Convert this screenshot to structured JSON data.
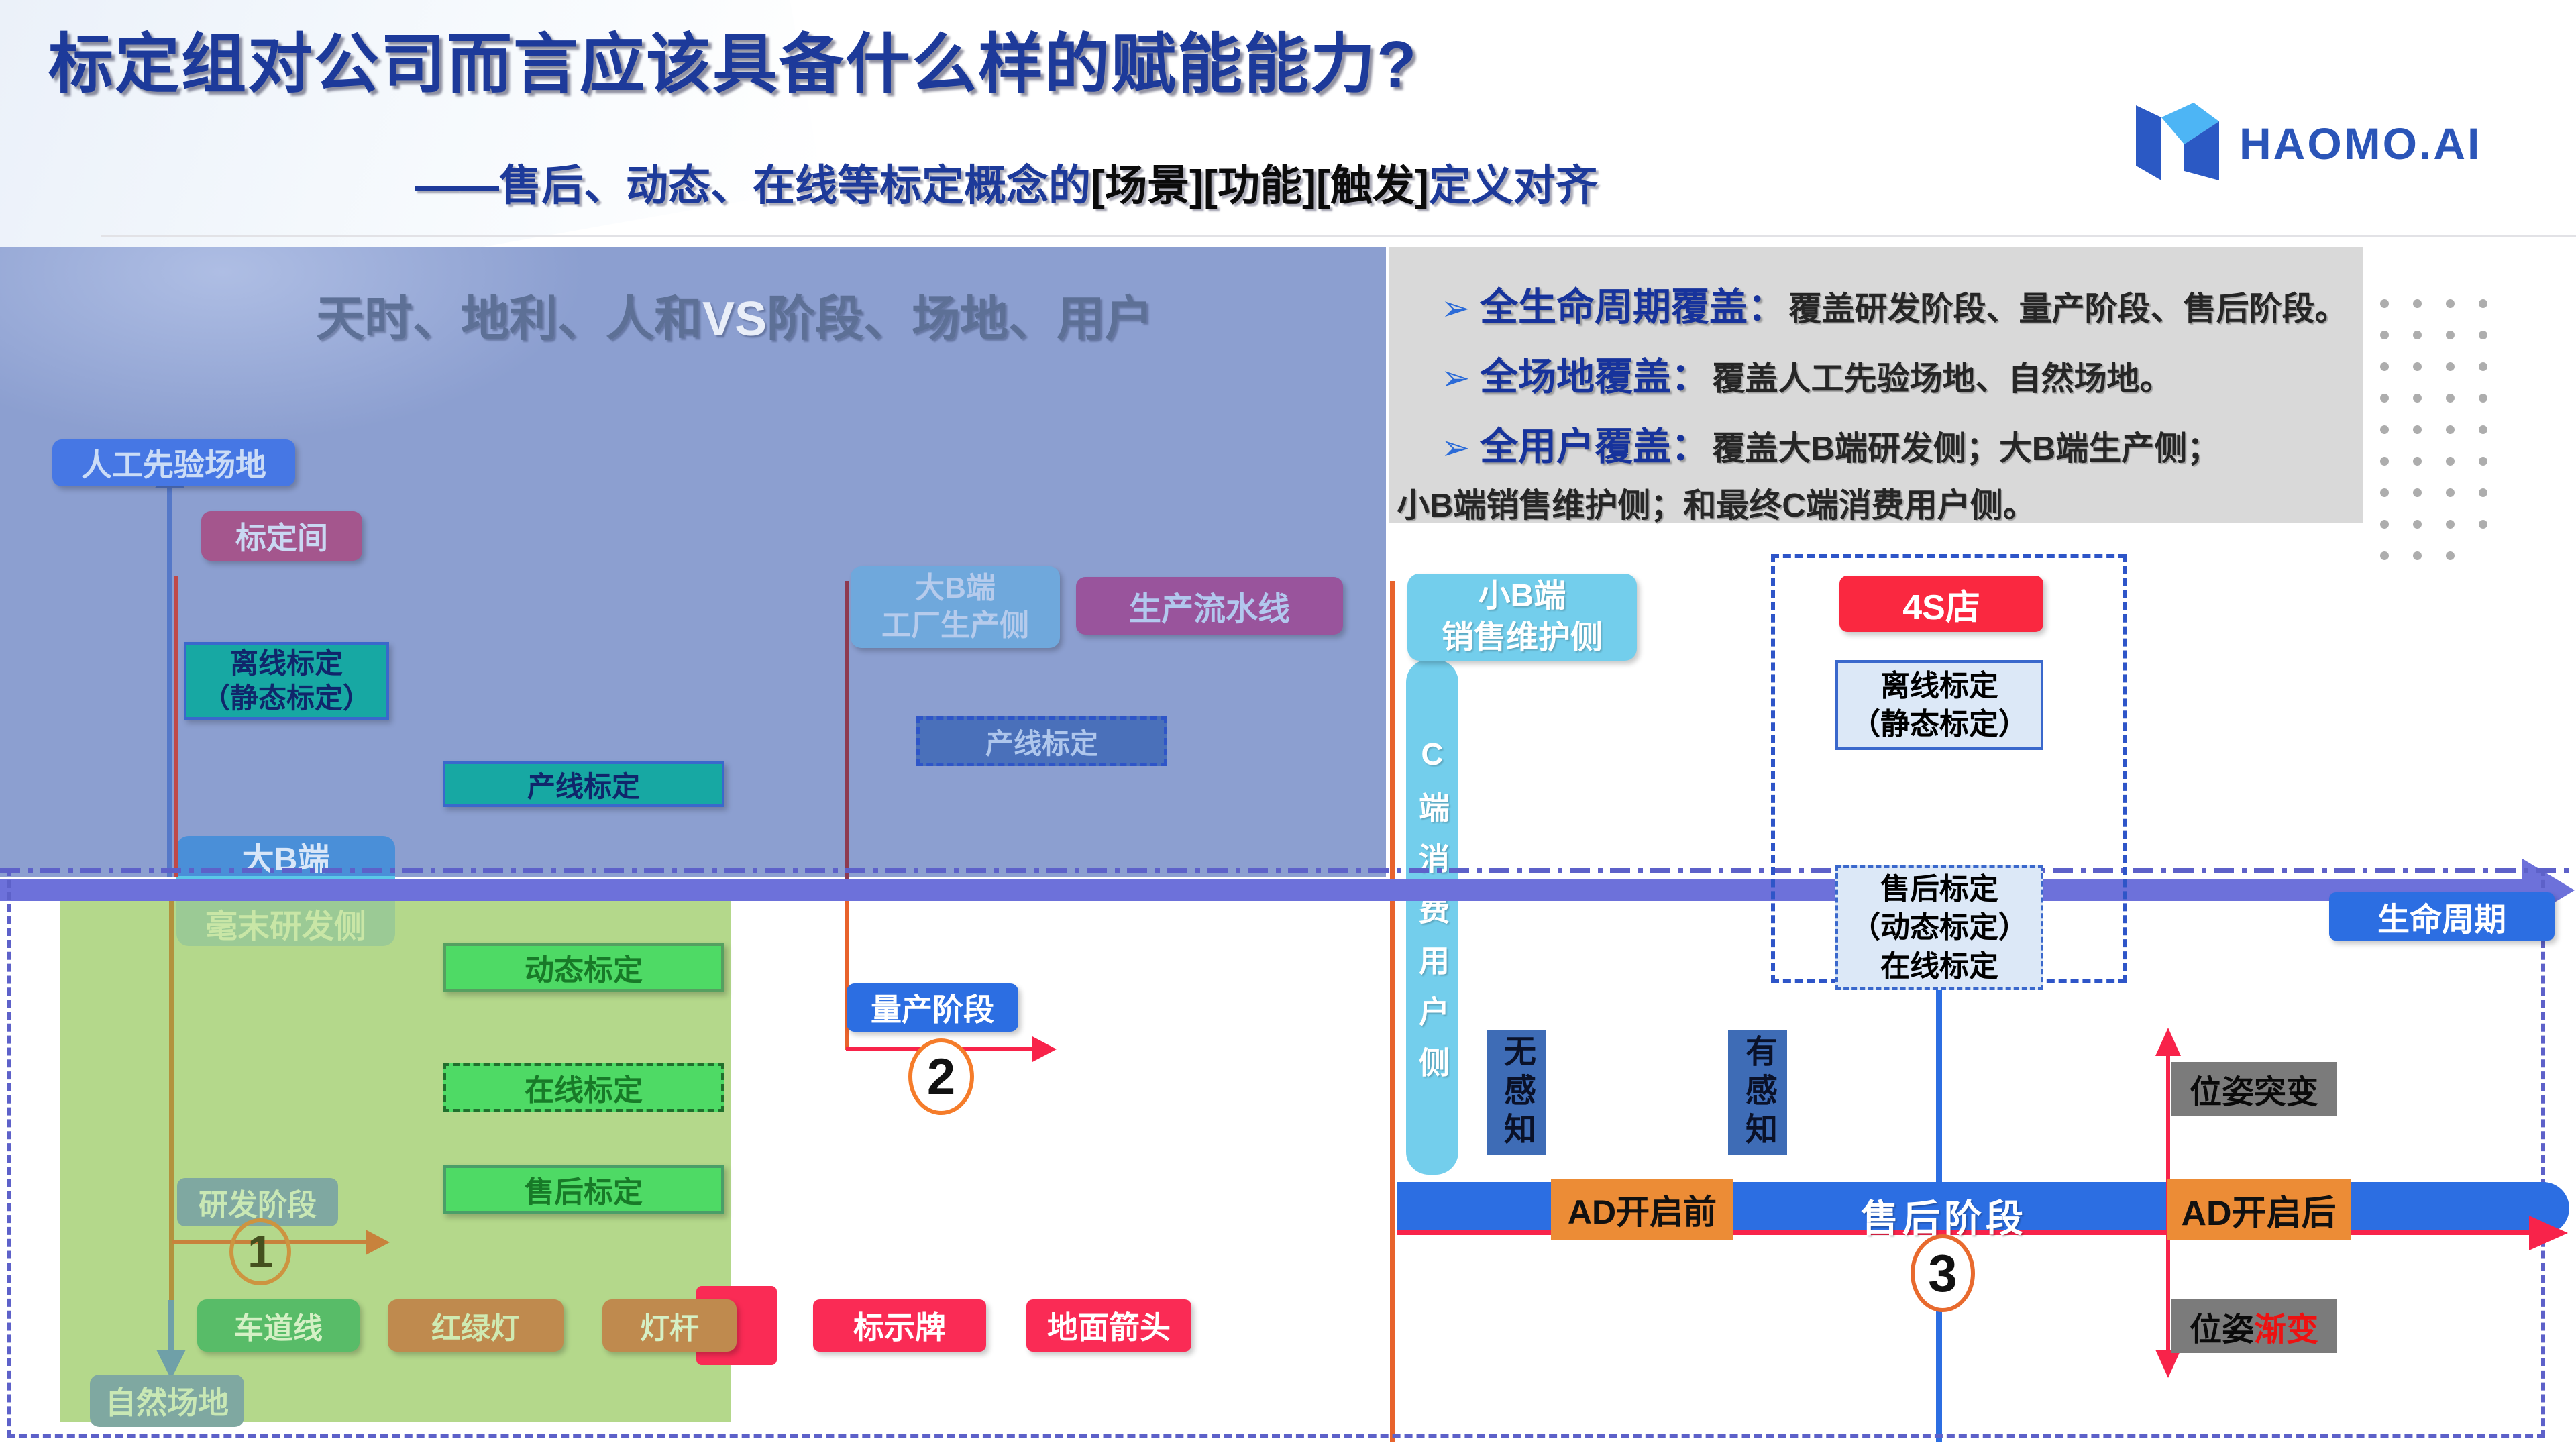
{
  "header": {
    "title": "标定组对公司而言应该具备什么样的赋能能力?",
    "subtitle_prefix": "——售后、动态、在线等标定概念的",
    "subtitle_brackets": "[场景][功能][触发]",
    "subtitle_suffix": "定义对齐",
    "logo_text": "HAOMO.AI"
  },
  "left_panel": {
    "heading_left": "天时、地利、人和",
    "heading_vs": "VS",
    "heading_right": "阶段、场地、用户",
    "artificial_prior_field": "人工先验场地",
    "calibration_room": "标定间",
    "offline_calibration_line1": "离线标定",
    "offline_calibration_line2": "（静态标定）",
    "production_line_calibration": "产线标定",
    "big_b_factory_line1": "大B端",
    "big_b_factory_line2": "工厂生产侧",
    "production_assembly_line": "生产流水线",
    "production_line_calibration_dashed": "产线标定",
    "big_b_rd_line1": "大B端",
    "big_b_rd_line2": "毫末研发侧"
  },
  "green_panel": {
    "dynamic_calibration": "动态标定",
    "online_calibration": "在线标定",
    "aftersales_calibration": "售后标定",
    "rd_stage": "研发阶段",
    "num1": "1",
    "lane_line": "车道线",
    "traffic_light": "红绿灯",
    "light_pole": "灯杆",
    "sign_board": "标示牌",
    "ground_arrow": "地面箭头",
    "natural_field": "自然场地"
  },
  "timeline": {
    "mass_production_stage": "量产阶段",
    "num2": "2",
    "lifecycle_label": "生命周期"
  },
  "info_panel": {
    "bullet_glyph": "➢",
    "bullets": [
      {
        "label": "全生命周期覆盖：",
        "desc": "覆盖研发阶段、量产阶段、售后阶段。"
      },
      {
        "label": "全场地覆盖：",
        "desc": "覆盖人工先验场地、自然场地。"
      },
      {
        "label": "全用户覆盖：",
        "desc": "覆盖大B端研发侧；大B端生产侧；"
      }
    ],
    "bullet_continuation": "小B端销售维护侧；和最终C端消费用户侧。"
  },
  "right_panel": {
    "small_b_line1": "小B端",
    "small_b_line2": "销售维护侧",
    "c_end_vertical": "C端消费用户侧",
    "shop_4s": "4S店",
    "offline_calibration_line1": "离线标定",
    "offline_calibration_line2": "（静态标定）",
    "aftersales_box_line1": "售后标定",
    "aftersales_box_line2": "（动态标定）",
    "aftersales_box_line3": "在线标定",
    "no_perception": "无感知",
    "has_perception": "有感知",
    "ad_before": "AD开启前",
    "aftersales_stage": "售后阶段",
    "ad_after": "AD开启后",
    "num3": "3",
    "pose_sudden_change": "位姿突变",
    "pose_gradual_prefix": "位姿",
    "pose_gradual_highlight": "渐变"
  },
  "colors": {
    "title_blue": "#1d3a9a",
    "panel_blue": "#8c9fd0",
    "panel_green": "#b4d88b",
    "panel_gray": "#d9d9d9",
    "accent_red": "#fa2b55",
    "accent_orange": "#ec8c36",
    "accent_teal": "#17a8a3",
    "axis_violet": "#6d71da",
    "bar_blue": "#2c6ee2",
    "sky_blue": "#73ceec",
    "bright_green": "#4eda65",
    "brown_box": "#bf8a4e",
    "gray_box": "#7b7b7b",
    "highlight_red": "#ee1111"
  }
}
